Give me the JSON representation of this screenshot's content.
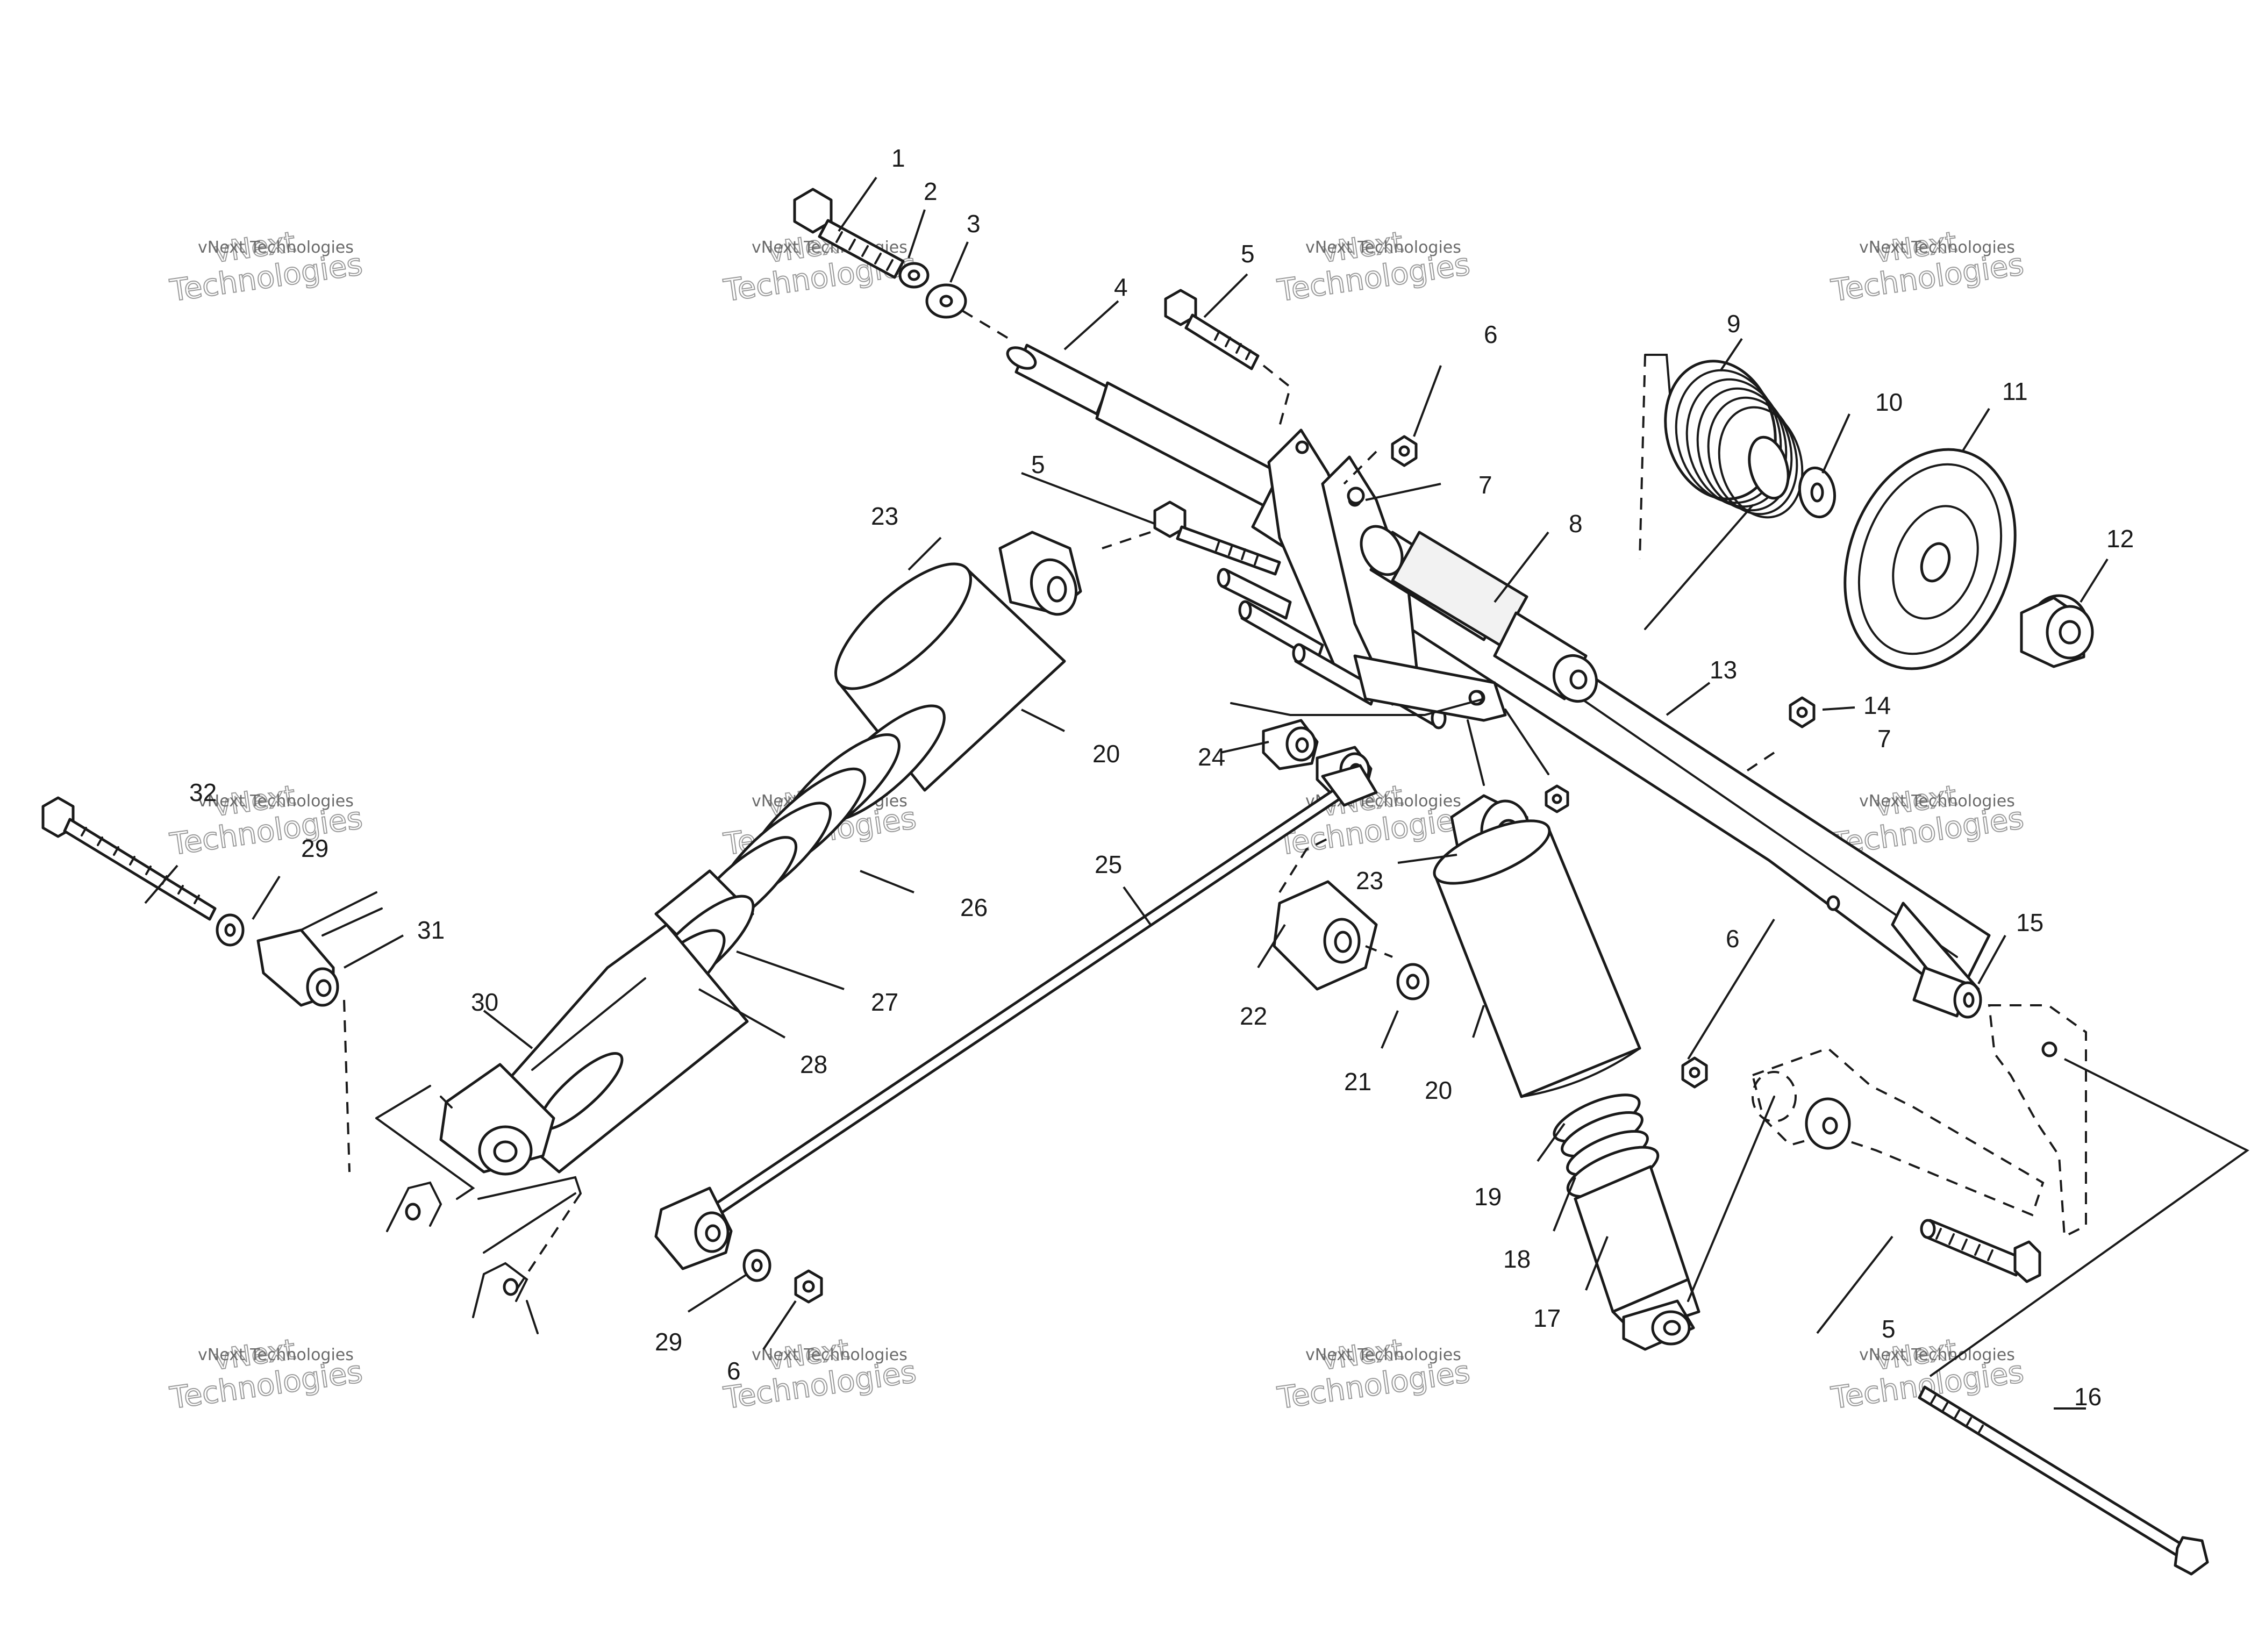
{
  "diagram": {
    "callouts": [
      "1",
      "2",
      "3",
      "4",
      "5",
      "6",
      "7",
      "8",
      "9",
      "10",
      "11",
      "12",
      "13",
      "14",
      "15",
      "16",
      "17",
      "18",
      "19",
      "20",
      "21",
      "22",
      "23",
      "24",
      "25",
      "26",
      "27",
      "28",
      "29",
      "30",
      "31",
      "32"
    ],
    "watermark": {
      "line1": "vNext",
      "line2": "Technologies",
      "small": "vNext Technologies"
    }
  }
}
